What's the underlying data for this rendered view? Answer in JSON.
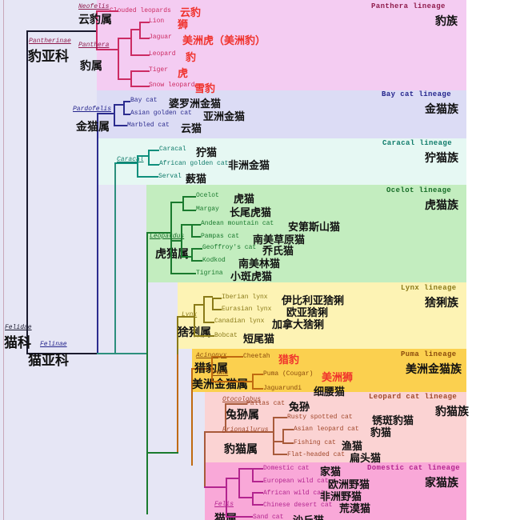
{
  "figure": {
    "kind": "phylogenetic-tree",
    "subject": "Felidae (cat family) phylogeny",
    "root": {
      "latin": "Felidae",
      "chinese": "猫科"
    },
    "subfamilies": [
      {
        "latin": "Pantherinae",
        "chinese": "豹亚科"
      },
      {
        "latin": "Felinae",
        "chinese": "猫亚科"
      }
    ]
  },
  "colors": {
    "panthera_band": "#f4ccf2",
    "baycat_band": "#dcdcf5",
    "caracal_band": "#e4f7f2",
    "ocelot_band": "#c3edbf",
    "lynx_band": "#fdf3b4",
    "puma_band": "#fbd04f",
    "leopardcat_band": "#fbd3d3",
    "domestic_band": "#f9a8d8",
    "leftcol": "#e6e6f5",
    "panthera_line": "#cc2b63",
    "baycat_line": "#2c2c8f",
    "caracal_line": "#0f8f7c",
    "ocelot_line": "#1a7a2e",
    "lynx_line": "#8a7a18",
    "puma_line": "#c06a10",
    "leopardcat_line": "#a85a3a",
    "domestic_line": "#b3258f",
    "red_text": "#f0322c",
    "root_line": "#1a1a2e"
  },
  "lineages": [
    {
      "id": "panthera",
      "latin": "Panthera lineage",
      "chinese": "豹族",
      "label_color": "#8f1b4c"
    },
    {
      "id": "baycat",
      "latin": "Bay cat lineage",
      "chinese": "金猫族",
      "label_color": "#24248c"
    },
    {
      "id": "caracal",
      "latin": "Caracal lineage",
      "chinese": "狞猫族",
      "label_color": "#0d7a69"
    },
    {
      "id": "ocelot",
      "latin": "Ocelot lineage",
      "chinese": "虎猫族",
      "label_color": "#156b26"
    },
    {
      "id": "lynx",
      "latin": "Lynx lineage",
      "chinese": "猞猁族",
      "label_color": "#8a7a18"
    },
    {
      "id": "puma",
      "latin": "Puma lineage",
      "chinese": "美洲金猫族",
      "label_color": "#8a4a0c"
    },
    {
      "id": "leopardcat",
      "latin": "Leopard cat lineage",
      "chinese": "豹猫族",
      "label_color": "#a0472a"
    },
    {
      "id": "domestic",
      "latin": "Domestic cat lineage",
      "chinese": "家猫族",
      "label_color": "#b3258f"
    }
  ],
  "genera": {
    "neofelis": {
      "latin": "Neofelis",
      "chinese": "云豹属"
    },
    "panthera": {
      "latin": "Panthera",
      "chinese": "豹属"
    },
    "pardofelis": {
      "latin": "Pardofelis",
      "chinese": "金猫属"
    },
    "caracal": {
      "latin": "Caracal",
      "chinese": ""
    },
    "leopardus": {
      "latin": "Leopardus",
      "chinese": "虎猫属"
    },
    "lynx": {
      "latin": "Lynx",
      "chinese": "猞猁属"
    },
    "acinonyx": {
      "latin": "Acinonyx",
      "chinese": "猎豹属"
    },
    "puma": {
      "latin": "Puma",
      "chinese": "美洲金猫属"
    },
    "otocolobus": {
      "latin": "Otocolobus",
      "chinese": "兔狲属"
    },
    "prionailurus": {
      "latin": "Prionailurus",
      "chinese": "豹猫属"
    },
    "felis": {
      "latin": "Felis",
      "chinese": "猫属"
    }
  },
  "species": {
    "clouded_leopards": {
      "en": "Clouded leopards",
      "cn": "云豹"
    },
    "lion": {
      "en": "Lion",
      "cn": "狮"
    },
    "jaguar": {
      "en": "Jaguar",
      "cn": "美洲虎（美洲豹）"
    },
    "leopard": {
      "en": "Leopard",
      "cn": "豹"
    },
    "tiger": {
      "en": "Tiger",
      "cn": "虎"
    },
    "snow_leopard": {
      "en": "Snow leopard",
      "cn": "雪豹"
    },
    "bay_cat": {
      "en": "Bay cat",
      "cn": "婆罗洲金猫"
    },
    "asian_golden_cat": {
      "en": "Asian golden cat",
      "cn": "亚洲金猫"
    },
    "marbled_cat": {
      "en": "Marbled cat",
      "cn": "云猫"
    },
    "caracal": {
      "en": "Caracal",
      "cn": "狞猫"
    },
    "african_golden_cat": {
      "en": "African golden cat",
      "cn": "非洲金猫"
    },
    "serval": {
      "en": "Serval",
      "cn": "薮猫"
    },
    "ocelot": {
      "en": "Ocelot",
      "cn": "虎猫"
    },
    "margay": {
      "en": "Margay",
      "cn": "长尾虎猫"
    },
    "andean_mountain_cat": {
      "en": "Andean mountain cat",
      "cn": "安第斯山猫"
    },
    "pampas_cat": {
      "en": "Pampas cat",
      "cn": "南美草原猫"
    },
    "geoffroys_cat": {
      "en": "Geoffroy's cat",
      "cn": "乔氏猫"
    },
    "kodkod": {
      "en": "Kodkod",
      "cn": "南美林猫"
    },
    "tigrina": {
      "en": "Tigrina",
      "cn": "小斑虎猫"
    },
    "iberian_lynx": {
      "en": "Iberian lynx",
      "cn": "伊比利亚猞猁"
    },
    "eurasian_lynx": {
      "en": "Eurasian lynx",
      "cn": "欧亚猞猁"
    },
    "canadian_lynx": {
      "en": "Canadian lynx",
      "cn": "加拿大猞猁"
    },
    "bobcat": {
      "en": "Bobcat",
      "cn": "短尾猫"
    },
    "cheetah": {
      "en": "Cheetah",
      "cn": "猎豹"
    },
    "puma": {
      "en": "Puma (Cougar)",
      "cn": "美洲狮"
    },
    "jaguarundi": {
      "en": "Jaguarundi",
      "cn": "细腰猫"
    },
    "pallas_cat": {
      "en": "Pallas cat",
      "cn": "兔狲"
    },
    "rusty_spotted_cat": {
      "en": "Rusty spotted cat",
      "cn": "锈斑豹猫"
    },
    "asian_leopard_cat": {
      "en": "Asian leopard cat",
      "cn": "豹猫"
    },
    "fishing_cat": {
      "en": "Fishing cat",
      "cn": "渔猫"
    },
    "flat_headed_cat": {
      "en": "Flat-headed cat",
      "cn": "扁头猫"
    },
    "domestic_cat": {
      "en": "Domestic cat",
      "cn": "家猫"
    },
    "european_wild_cat": {
      "en": "European wild cat",
      "cn": "欧洲野猫"
    },
    "african_wild_cat": {
      "en": "African wild cat",
      "cn": "非洲野猫"
    },
    "chinese_desert_cat": {
      "en": "Chinese desert cat",
      "cn": "荒漠猫"
    },
    "sand_cat": {
      "en": "Sand cat",
      "cn": "沙丘猫"
    }
  }
}
